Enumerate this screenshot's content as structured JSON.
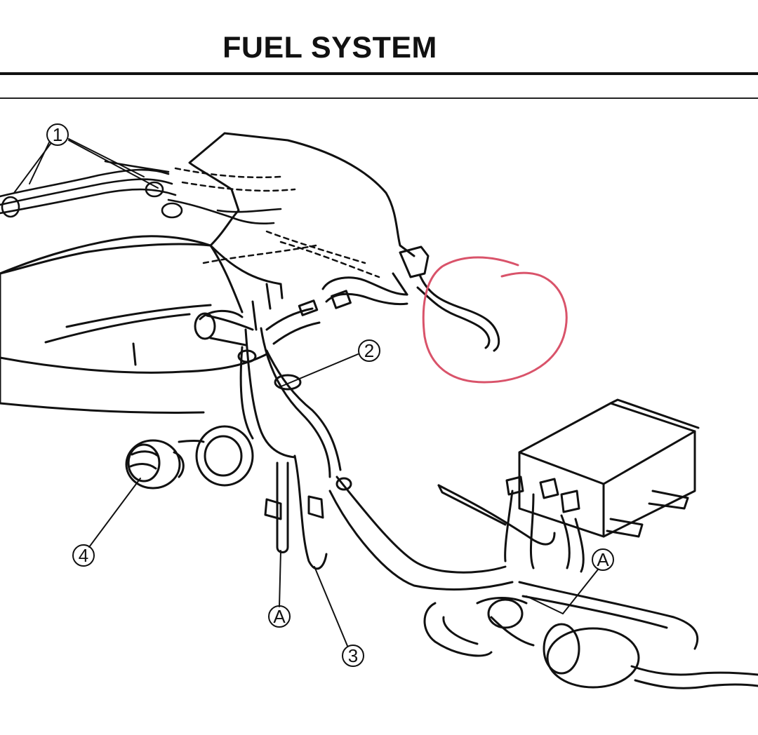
{
  "header": {
    "title": "FUEL SYSTEM"
  },
  "callouts": {
    "c1": "1",
    "c2": "2",
    "c3": "3",
    "c4": "4",
    "cA_left": "A",
    "cA_right": "A"
  },
  "colors": {
    "ink": "#111111",
    "highlight": "#d9536a"
  }
}
